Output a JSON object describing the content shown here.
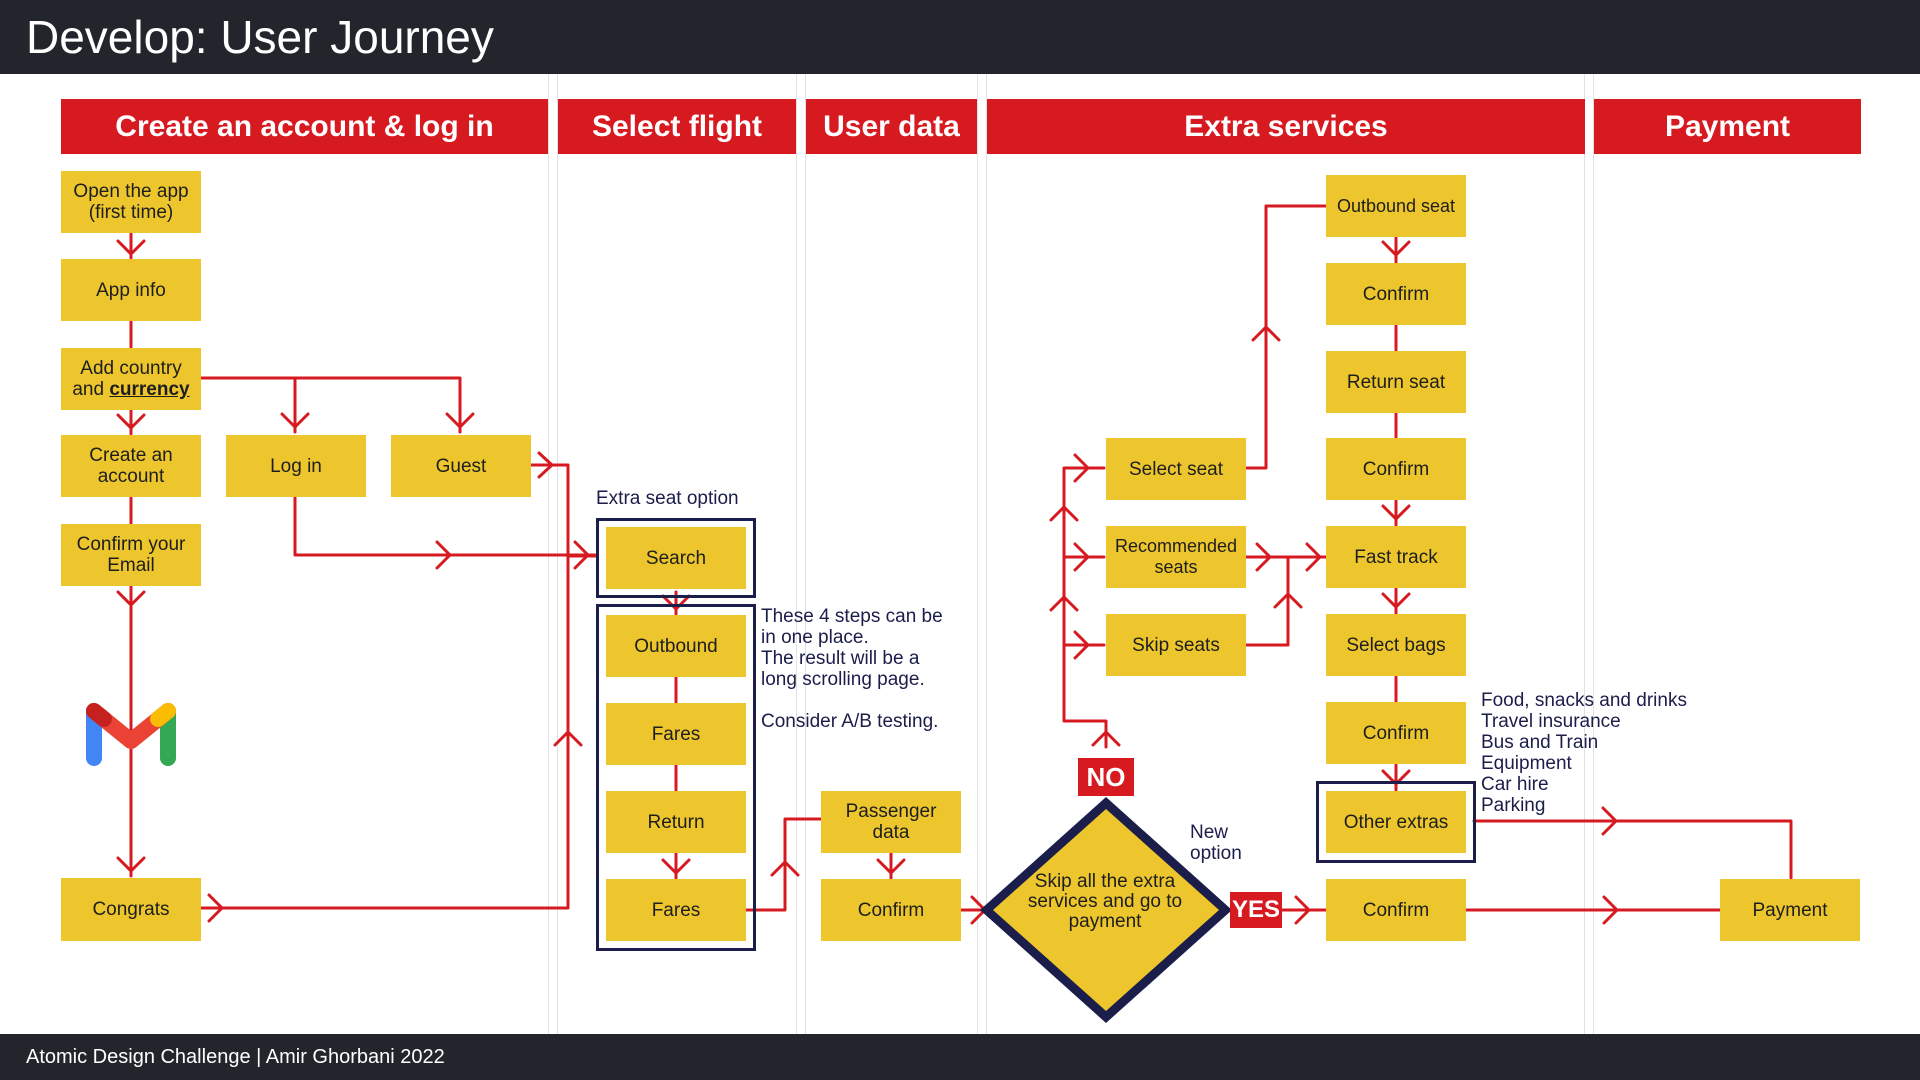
{
  "header": {
    "title": "Develop: User Journey"
  },
  "footer": {
    "credit": "Atomic Design Challenge | Amir Ghorbani 2022"
  },
  "sections": [
    "Create an account & log in",
    "Select flight",
    "User data",
    "Extra services",
    "Payment"
  ],
  "steps": {
    "open_app": "Open the app\n(first time)",
    "app_info": "App info",
    "add_country_prefix": "Add country\nand ",
    "add_country_currency": "currency",
    "create_account": "Create an\naccount",
    "log_in": "Log in",
    "guest": "Guest",
    "confirm_email": "Confirm your\nEmail",
    "congrats": "Congrats",
    "search": "Search",
    "outbound": "Outbound",
    "fares_1": "Fares",
    "return": "Return",
    "fares_2": "Fares",
    "passenger_data": "Passenger\ndata",
    "confirm_user": "Confirm",
    "select_seat": "Select seat",
    "recommended_seats": "Recommended\nseats",
    "skip_seats": "Skip seats",
    "outbound_seat": "Outbound seat",
    "confirm_outbound_seat": "Confirm",
    "return_seat": "Return seat",
    "confirm_return_seat": "Confirm",
    "fast_track": "Fast track",
    "select_bags": "Select bags",
    "confirm_bags": "Confirm",
    "other_extras": "Other extras",
    "confirm_extras": "Confirm",
    "payment": "Payment"
  },
  "decision": {
    "question": "Skip all the extra services and go to payment",
    "no": "NO",
    "yes": "YES"
  },
  "notes": {
    "extra_seat_option": "Extra seat option",
    "steps_note": "These 4 steps can be\nin one place.\nThe result will be a\nlong scrolling page.\n\nConsider A/B testing.",
    "new_option": "New\noption",
    "extras_list": "Food, snacks and drinks\nTravel insurance\nBus and Train\nEquipment\nCar hire\nParking"
  },
  "icons": {
    "email_app": "gmail-icon"
  },
  "colors": {
    "section_red": "#d71920",
    "box_yellow": "#ecc62c",
    "frame_navy": "#1b1d4a",
    "dark_bar": "#22252c"
  }
}
